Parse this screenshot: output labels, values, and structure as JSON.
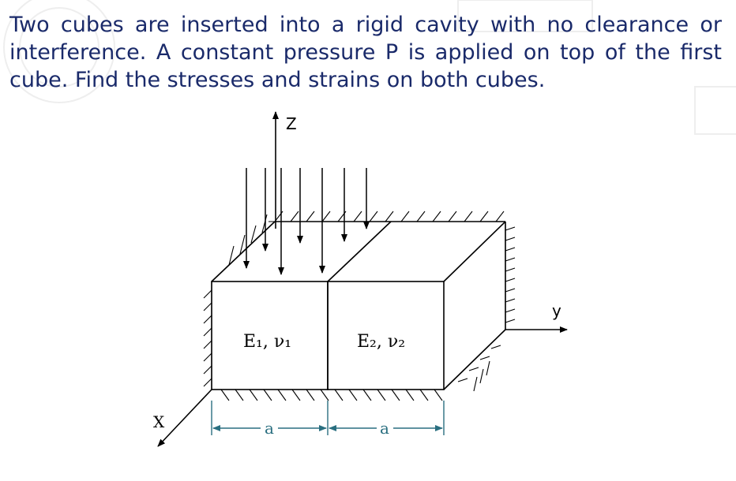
{
  "problem": {
    "text": "Two cubes are inserted into a rigid cavity with no clearance or interference. A constant pressure P is applied on top of the first cube. Find the stresses and strains on both cubes."
  },
  "diagram": {
    "axis_z": "Z",
    "axis_y": "y",
    "axis_x": "X",
    "cube1_label": "E₁, ν₁",
    "cube2_label": "E₂, ν₂",
    "dim1_label": "a",
    "dim2_label": "a"
  },
  "colors": {
    "text": "#1a2a6a",
    "dimension": "#2a6f80",
    "lines": "#000000"
  }
}
